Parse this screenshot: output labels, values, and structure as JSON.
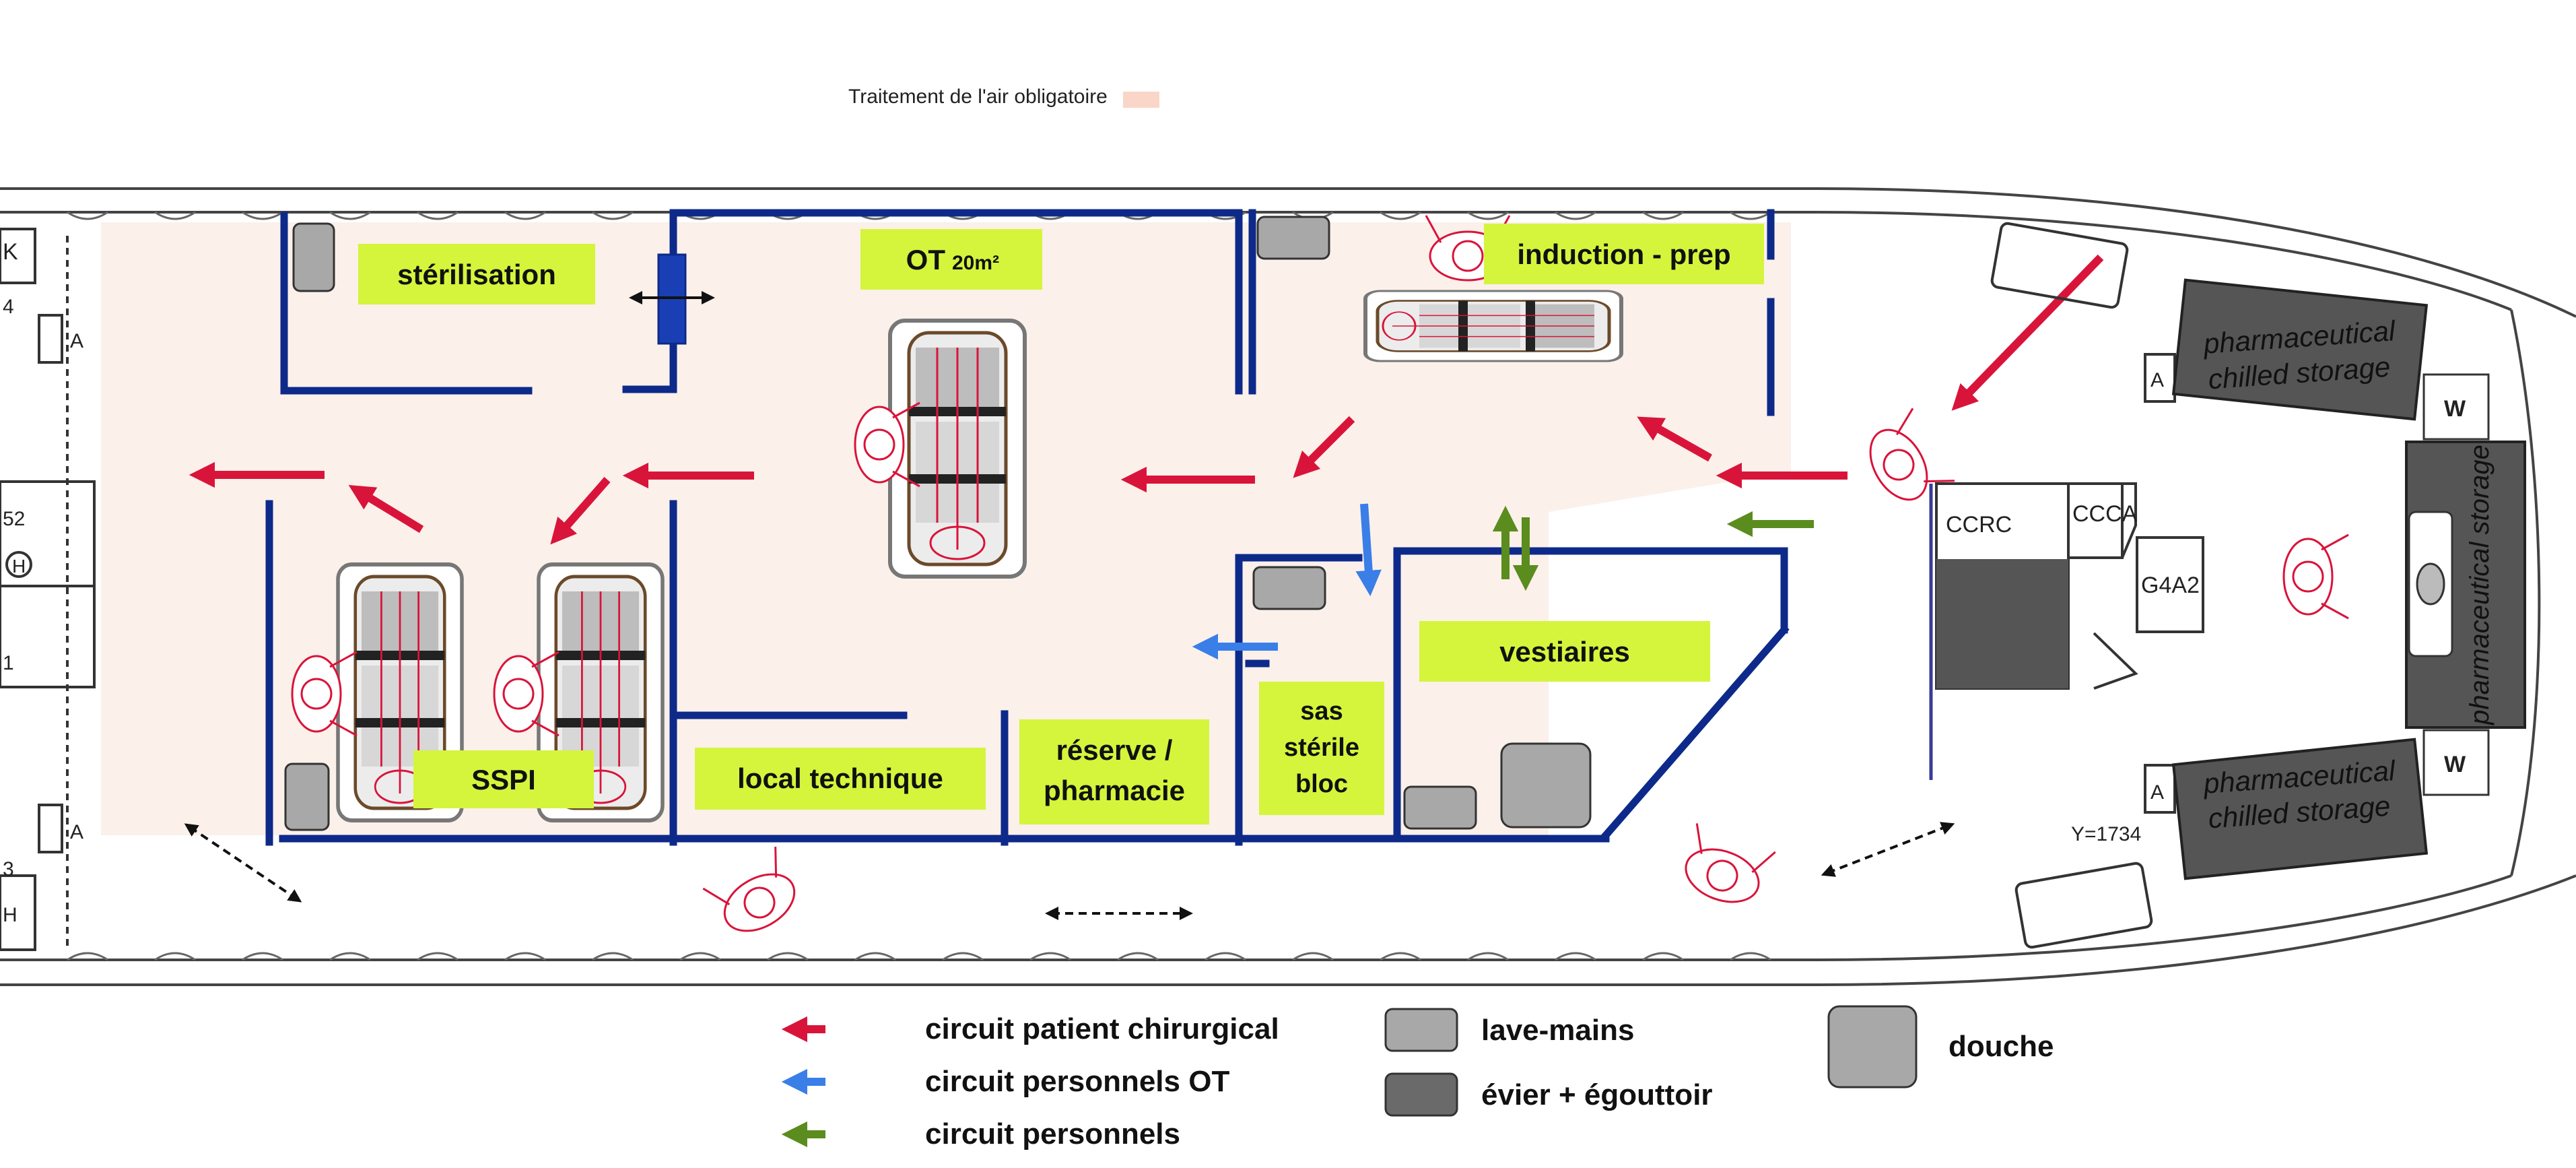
{
  "header_note": {
    "text": "Traitement de l'air obligatoire",
    "swatch_color": "#f9d6c8"
  },
  "rooms": {
    "sterilisation": "stérilisation",
    "ot": "OT",
    "ot_area": "20m²",
    "induction": "induction - prep",
    "sspi": "SSPI",
    "local_technique": "local technique",
    "reserve_1": "réserve /",
    "reserve_2": "pharmacie",
    "sas_1": "sas",
    "sas_2": "stérile",
    "sas_3": "bloc",
    "vestiaires": "vestiaires"
  },
  "storage": {
    "top_1": "pharmaceutical",
    "top_2": "chilled storage",
    "bottom_1": "pharmaceutical",
    "bottom_2": "chilled storage",
    "vertical": "pharmaceutical storage"
  },
  "galley": {
    "ccrc": "CCRC",
    "ccca": "CCCA",
    "g4a2": "G4A2",
    "w_top": "W",
    "w_bottom": "W",
    "a_top": "A",
    "a_bottom": "A",
    "coord": "Y=1734"
  },
  "left_edge": {
    "k": "K",
    "n4": "4",
    "a_top": "A",
    "n52": "52",
    "h": "H",
    "n1": "1",
    "a_bottom": "A",
    "n3": "3",
    "h2": "H"
  },
  "legend": {
    "patient": "circuit patient chirurgical",
    "personnel_ot": "circuit personnels OT",
    "personnel": "circuit personnels",
    "lave_mains": "lave-mains",
    "evier": "évier + égouttoir",
    "douche": "douche"
  },
  "colors": {
    "wall": "#0d2a8a",
    "label_bg": "#d4f53c",
    "patient_arrow": "#d9143a",
    "personnel_ot_arrow": "#3a7ee8",
    "personnel_arrow": "#5b8c1e",
    "lave_mains": "#a8a8a8",
    "evier": "#6a6a6a",
    "storage": "#555555",
    "air_zone": "#fbeee8"
  }
}
